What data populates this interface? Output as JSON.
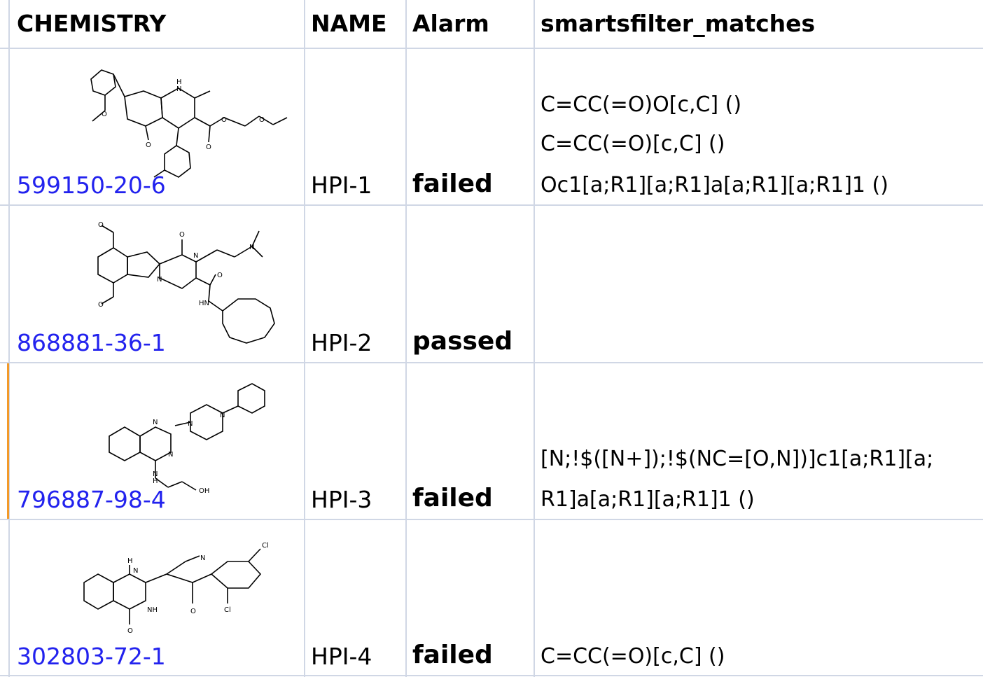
{
  "columns": [
    "CHEMISTRY",
    "NAME",
    "Alarm",
    "smartsfilter_matches"
  ],
  "rows": [
    {
      "cas": "599150-20-6",
      "name": "HPI-1",
      "alarm": "failed",
      "matches": [
        "C=CC(=O)O[c,C] ()",
        "C=CC(=O)[c,C] ()",
        "Oc1[a;R1][a;R1]a[a;R1][a;R1]1 ()"
      ]
    },
    {
      "cas": "868881-36-1",
      "name": "HPI-2",
      "alarm": "passed",
      "matches": []
    },
    {
      "cas": "796887-98-4",
      "name": "HPI-3",
      "alarm": "failed",
      "matches": [
        "[N;!$([N+]);!$(NC=[O,N])]c1[a;R1][a;",
        "R1]a[a;R1][a;R1]1 ()"
      ]
    },
    {
      "cas": "302803-72-1",
      "name": "HPI-4",
      "alarm": "failed",
      "matches": [
        "C=CC(=O)[c,C] ()"
      ]
    }
  ],
  "atom_labels": {
    "r1": [
      "H",
      "N",
      "O",
      "O",
      "O",
      "O",
      "O"
    ],
    "r2": [
      "O",
      "O",
      "O",
      "N",
      "N",
      "N",
      "O",
      "HN"
    ],
    "r3": [
      "N",
      "N",
      "N",
      "N",
      "N",
      "H",
      "OH"
    ],
    "r4": [
      "H",
      "N",
      "N",
      "NH",
      "O",
      "O",
      "Cl",
      "Cl"
    ]
  },
  "colors": {
    "grid": "#d0d7e5",
    "link": "#2222ee",
    "selection": "#f39a2a"
  }
}
